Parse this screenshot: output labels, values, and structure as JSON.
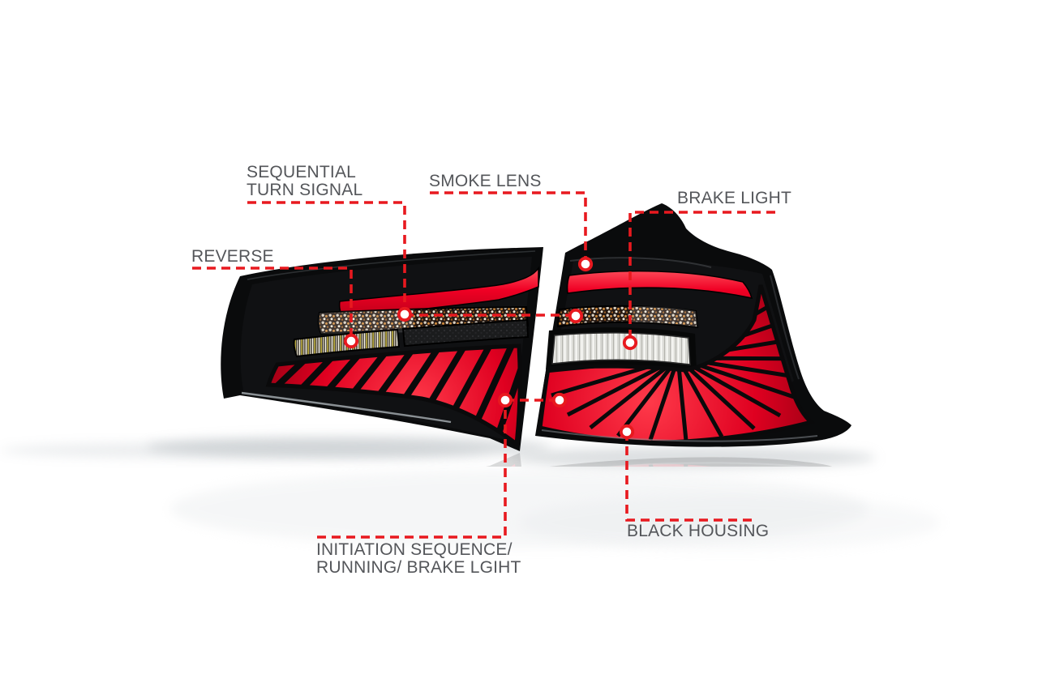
{
  "colors": {
    "accent_red": "#E8191F",
    "label_text": "#54565A",
    "lamp_red": "#E00020",
    "amber": "#D4893C",
    "housing_black": "#0B0B0C",
    "background": "#FFFFFF"
  },
  "annotations": {
    "sequential_turn_signal": {
      "label": "SEQUENTIAL\nTURN SIGNAL"
    },
    "smoke_lens": {
      "label": "SMOKE LENS"
    },
    "brake_light": {
      "label": "BRAKE LIGHT"
    },
    "reverse": {
      "label": "REVERSE"
    },
    "initiation_sequence": {
      "label": "INITIATION SEQUENCE/\nRUNNING/ BRAKE LGIHT"
    },
    "black_housing": {
      "label": "BLACK HOUSING"
    }
  }
}
